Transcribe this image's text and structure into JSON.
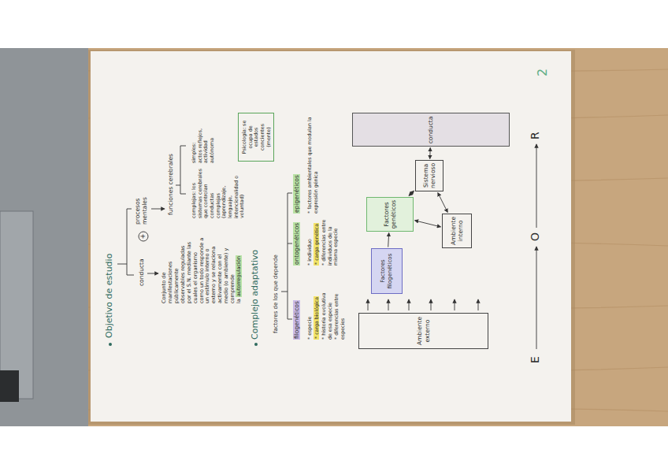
{
  "diagram": {
    "nodes": [
      {
        "text": [
          "Psicología: se ocupa de estados concientes (mente)"
        ]
      },
      {
        "text": [
          "Ambiente externo"
        ]
      },
      {
        "text": [
          "Factores filogenéticos"
        ]
      },
      {
        "text": [
          "Factores genéticos"
        ]
      },
      {
        "text": [
          "Ambiente interno"
        ]
      },
      {
        "text": [
          "Sistema nervioso"
        ]
      },
      {
        "text": [
          "conducta"
        ]
      }
    ],
    "edges": [
      {
        "from": 2,
        "to": 3,
        "arrow": "to"
      },
      {
        "from": 3,
        "to": 4,
        "arrow": "both"
      },
      {
        "from": 3,
        "to": 5,
        "arrow": "both"
      },
      {
        "from": 4,
        "to": 5,
        "arrow": "both"
      },
      {
        "from": 5,
        "to": 6,
        "arrow": "both"
      }
    ],
    "labels": [
      "Objetivo de estudio",
      "conducta",
      "+",
      "procesos mentales",
      "Conjunto de manifestaciones públicamente observables reguladas por el S.N. mediante las cuales el organismo como un todo responde a un estímulo interno o externo y se relaciona activamente con el medio (o ambiente) y comprende la",
      "autorregulación",
      "funciones cerebrales",
      "complejas: los sistemas cerebrales que controlan conductas complejas (aprendizaje, lenguaje, intencionalidad o voluntad)",
      "simples: actos reflejos, actividad autónoma",
      "Complejo adaptativo",
      "factores de los que depende",
      "filogenéticos",
      "ontogenéticos",
      "epigenéticos",
      "* especie",
      "* carga biológica",
      "* historia evolutiva de esa especie",
      "* diferencias entre especies",
      "* individuo",
      "* carga genética",
      "* diferencias entre individuos de la misma especie",
      "* factores ambientales que modulan la expresión génica",
      "E",
      "O",
      "R",
      "2"
    ]
  }
}
